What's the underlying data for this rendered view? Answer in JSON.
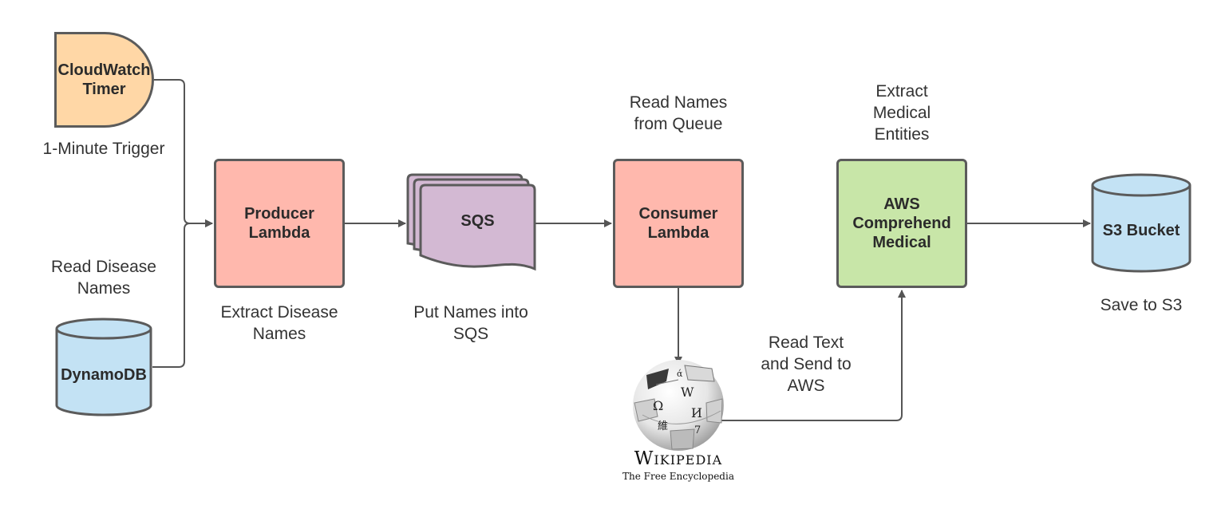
{
  "nodes": {
    "cloudwatch": "CloudWatch\nTimer",
    "dynamodb": "DynamoDB",
    "producer": "Producer\nLambda",
    "sqs": "SQS",
    "consumer": "Consumer\nLambda",
    "aws": "AWS\nComprehend\nMedical",
    "s3": "S3 Bucket"
  },
  "labels": {
    "trigger": "1-Minute Trigger",
    "read_disease": "Read Disease\nNames",
    "extract_disease": "Extract Disease\nNames",
    "put_names": "Put Names into\nSQS",
    "read_queue": "Read Names\nfrom Queue",
    "extract_medical": "Extract\nMedical\nEntities",
    "save_s3": "Save to S3",
    "read_text": "Read Text\nand Send to\nAWS"
  },
  "wikipedia": {
    "wordmark": "Wikipedia",
    "tagline": "The Free Encyclopedia",
    "glyphs": [
      "Ω",
      "W",
      "И",
      "維",
      "7",
      "ά"
    ]
  },
  "colors": {
    "timer": "#ffd7a6",
    "lambda": "#ffb8ad",
    "sqs": "#d3b9d3",
    "dynamo": "#c3e2f4",
    "aws": "#c8e6a8",
    "stroke": "#5b5b5b"
  },
  "icons": {
    "wikipedia": "wikipedia-globe-icon"
  }
}
